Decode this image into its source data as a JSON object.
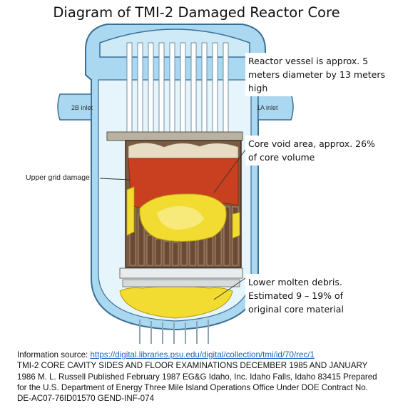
{
  "title": "Diagram of TMI-2 Damaged Reactor Core",
  "labels": {
    "vessel": "Reactor vessel is approx. 5 meters diameter by 13 meters high",
    "void": "Core void area, approx. 26% of core volume",
    "debris": "Lower molten debris. Estimated 9 – 19% of original core material",
    "upper_grid": "Upper grid damage",
    "inlet_2b": "2B inlet",
    "inlet_1a": "1A inlet"
  },
  "source": {
    "prefix": "Information source: ",
    "link": "https://digital.libraries.psu.edu/digital/collection/tmi/id/70/rec/1",
    "body": "TMI-2 CORE CAVITY SIDES AND FLOOR EXAMINATIONS DECEMBER 1985 AND JANUARY 1986 M. L. Russell Published February 1987 EG&G Idaho, Inc. Idaho Falls, Idaho 83415 Prepared for the U.S. Department of Energy Three Mile Island Operations Office Under DOE Contract No. DE-AC07-76ID01570 GEND-INF-074"
  },
  "colors": {
    "vessel_blue": "#a9d8f0",
    "vessel_outline": "#3a6f95",
    "void_red": "#c8401f",
    "debris_yellow": "#f2dc32",
    "rod_brown": "#6b4a35"
  }
}
